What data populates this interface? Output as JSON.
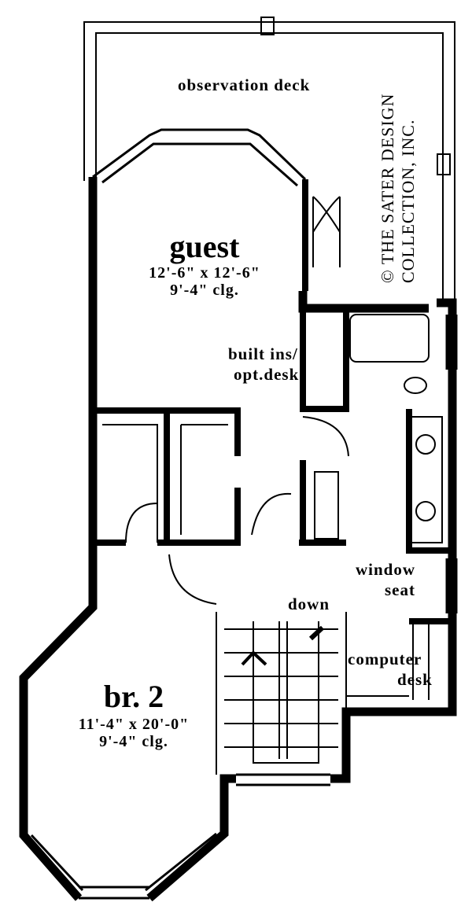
{
  "labels": {
    "observation_deck": "observation deck",
    "guest": {
      "name": "guest",
      "size": "12'-6\"  x  12'-6\"",
      "ceiling": "9'-4\"  clg."
    },
    "built_ins": [
      "built ins/",
      "opt.desk"
    ],
    "window_seat": [
      "window",
      "seat"
    ],
    "down": "down",
    "computer_desk": [
      "computer",
      "desk"
    ],
    "br2": {
      "name": "br. 2",
      "size": "11'-4\"  x  20'-0\"",
      "ceiling": "9'-4\"  clg."
    }
  },
  "copyright": [
    "© THE SATER DESIGN",
    "COLLECTION, INC."
  ]
}
